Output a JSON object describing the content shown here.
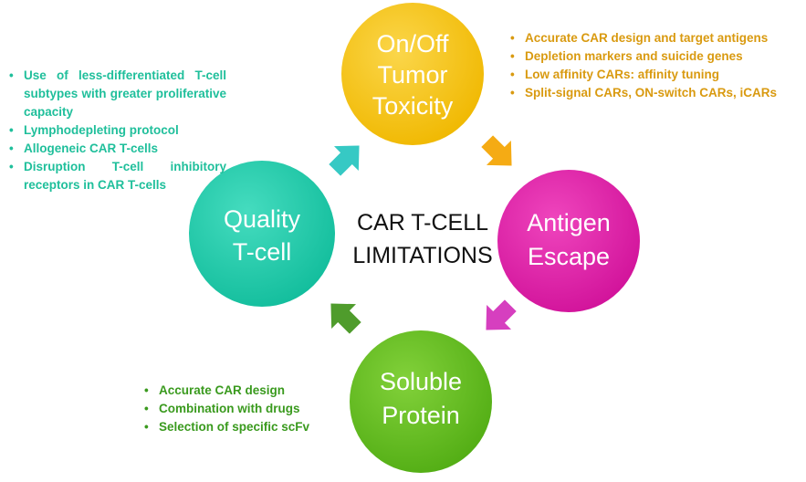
{
  "center": {
    "line1": "CAR T-CELL",
    "line2": "LIMITATIONS"
  },
  "circles": {
    "toxicity": {
      "line1": "On/Off",
      "line2": "Tumor",
      "line3": "Toxicity",
      "color": "#f5c10f"
    },
    "antigen": {
      "line1": "Antigen",
      "line2": "Escape",
      "color": "#e21aa6"
    },
    "soluble": {
      "line1": "Soluble",
      "line2": "Protein",
      "color": "#66bf1f"
    },
    "quality": {
      "line1": "Quality",
      "line2": "T-cell",
      "color": "#19ccab"
    }
  },
  "arrows": {
    "quality_to_toxicity": "#36c9c4",
    "toxicity_to_antigen": "#f5ab14",
    "antigen_to_soluble": "#d63fbf",
    "soluble_to_quality": "#4f9c2c"
  },
  "bullets": {
    "toxicity": {
      "color": "#d99a10",
      "items": [
        "Accurate CAR design and target antigens",
        "Depletion markers and suicide genes",
        "Low affinity CARs: affinity tuning",
        "Split-signal CARs, ON-switch CARs, iCARs"
      ]
    },
    "quality": {
      "color": "#1fbf9b",
      "items": [
        "Use of less-differentiated T-cell subtypes with greater proliferative capacity",
        "Lymphodepleting protocol",
        "Allogeneic CAR T-cells",
        "Disruption T-cell inhibitory receptors in CAR T-cells"
      ]
    },
    "soluble": {
      "color": "#3a9a1e",
      "items": [
        "Accurate CAR design",
        "Combination with drugs",
        "Selection of specific scFv"
      ]
    }
  }
}
